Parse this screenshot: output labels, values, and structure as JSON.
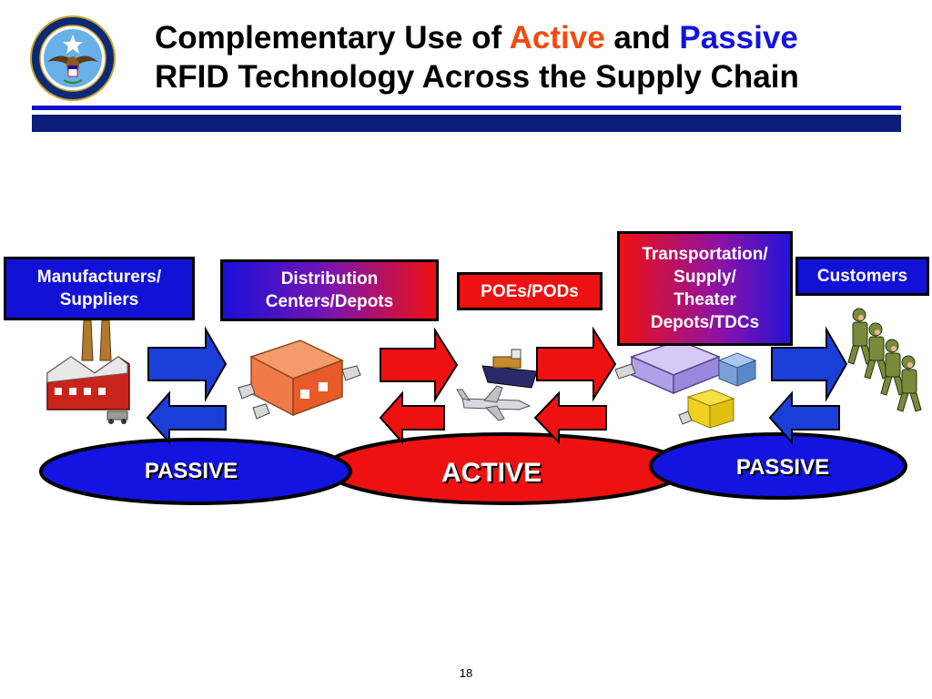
{
  "slide": {
    "title_part1": "Complementary Use of ",
    "title_active": "Active",
    "title_and": " and ",
    "title_passive": "Passive",
    "title_line2": "RFID Technology Across the Supply Chain",
    "page_number": "18",
    "seal_icon": "department-of-defense-seal-icon"
  },
  "colors": {
    "active": "#f24a10",
    "passive": "#1414e0",
    "arrow_blue": "#1a3fd8",
    "arrow_red": "#ee1111",
    "box_blue": "#1212d6",
    "box_red": "#ee1111"
  },
  "stages": [
    {
      "id": "manufacturers",
      "lines": [
        "Manufacturers/",
        "Suppliers"
      ],
      "icon": "factory-icon"
    },
    {
      "id": "distribution",
      "lines": [
        "Distribution",
        "Centers/Depots"
      ],
      "icon": "warehouse-icon"
    },
    {
      "id": "poes",
      "lines": [
        "POEs/PODs"
      ],
      "icon": "ship-and-plane-icon"
    },
    {
      "id": "transportation",
      "lines": [
        "Transportation/",
        "Supply/",
        "Theater",
        "Depots/TDCs"
      ],
      "icon": "theater-depot-icon"
    },
    {
      "id": "customers",
      "lines": [
        "Customers"
      ],
      "icon": "soldiers-icon"
    }
  ],
  "zones": {
    "passive_left": "PASSIVE",
    "active_center": "ACTIVE",
    "passive_right": "PASSIVE"
  }
}
